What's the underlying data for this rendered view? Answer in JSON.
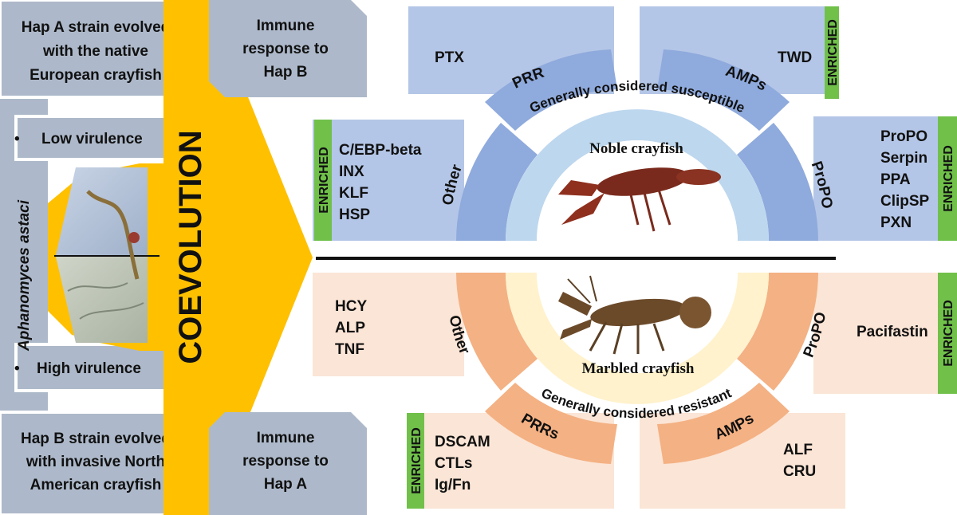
{
  "left_panel": {
    "hap_a_text": [
      "Hap A strain evolved",
      "with the native",
      "European crayfish"
    ],
    "low_virulence": "Low virulence",
    "high_virulence": "High virulence",
    "hap_b_text": [
      "Hap B strain evolved",
      "with invasive North",
      "American crayfish"
    ],
    "species": "Aphanomyces astaci",
    "bullet": "•"
  },
  "coevolution": {
    "label": "COEVOLUTION",
    "immune_b": [
      "Immune",
      "response to",
      "Hap B"
    ],
    "immune_a": [
      "Immune",
      "response to",
      "Hap A"
    ]
  },
  "noble": {
    "title": "Noble crayfish",
    "arc_label": "Generally considered susceptible",
    "segments": [
      "PRR",
      "AMPs",
      "Other",
      "ProPO"
    ],
    "boxes": {
      "prr": [
        "PTX"
      ],
      "amps": [
        "TWD"
      ],
      "other": [
        "C/EBP-beta",
        "INX",
        "KLF",
        "HSP"
      ],
      "propo": [
        "ProPO",
        "Serpin",
        "PPA",
        "ClipSP",
        "PXN"
      ]
    }
  },
  "marbled": {
    "title": "Marbled crayfish",
    "arc_label": "Generally considered resistant",
    "segments": [
      "Other",
      "ProPO",
      "PRRs",
      "AMPs"
    ],
    "boxes": {
      "other": [
        "HCY",
        "ALP",
        "TNF"
      ],
      "propo": [
        "Pacifastin"
      ],
      "prrs": [
        "DSCAM",
        "CTLs",
        "Ig/Fn"
      ],
      "amps": [
        "ALF",
        "CRU"
      ]
    }
  },
  "enriched_label": "ENRICHED",
  "colors": {
    "noble_box": "#b4c6e7",
    "noble_seg": "#8faadc",
    "noble_ring": "#bdd7ee",
    "marbled_box": "#fbe5d6",
    "marbled_seg": "#f4b183",
    "marbled_ring": "#fff2cc",
    "enriched": "#70c04a",
    "coevolution": "#ffc000",
    "grey_box": "#adb9ca"
  }
}
